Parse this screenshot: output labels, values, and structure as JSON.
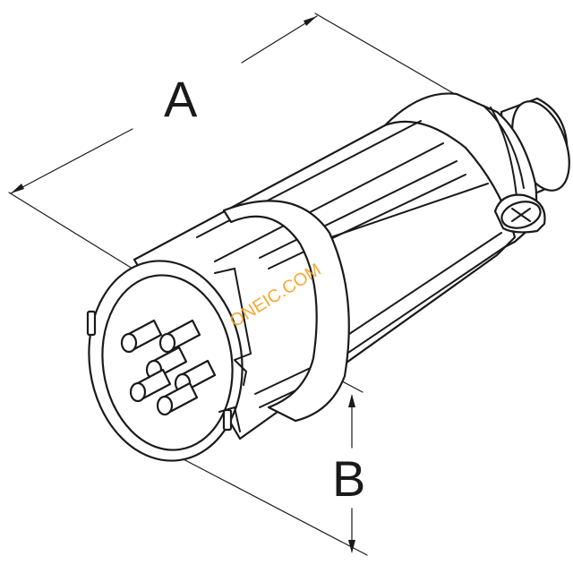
{
  "diagram": {
    "dimension_a": "A",
    "dimension_b": "B",
    "watermark": "ONEIC.COM"
  },
  "colors": {
    "line": "#1a1a1a",
    "background": "#ffffff",
    "watermark": "#f4a020"
  },
  "icons": [
    "cross-screw-icon"
  ]
}
